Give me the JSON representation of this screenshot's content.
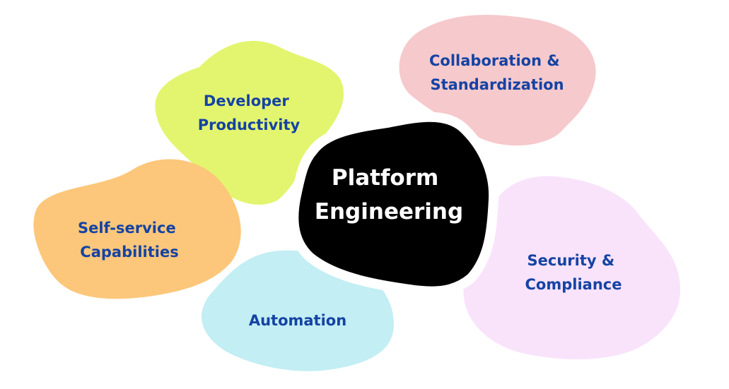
{
  "diagram": {
    "center": {
      "label_line1": "Platform",
      "label_line2": "Engineering",
      "fill": "#000000",
      "text_color": "#ffffff"
    },
    "topics": [
      {
        "id": "developer-productivity",
        "label_line1": "Developer",
        "label_line2": "Productivity",
        "fill": "#e3f56f"
      },
      {
        "id": "collaboration-standardization",
        "label_line1": "Collaboration &",
        "label_line2": "Standardization",
        "fill": "#f6c9cc"
      },
      {
        "id": "self-service-capabilities",
        "label_line1": "Self-service",
        "label_line2": "Capabilities",
        "fill": "#fcc77b"
      },
      {
        "id": "automation",
        "label_line1": "Automation",
        "label_line2": "",
        "fill": "#c2eef4"
      },
      {
        "id": "security-compliance",
        "label_line1": "Security &",
        "label_line2": "Compliance",
        "fill": "#f9e3fb"
      }
    ],
    "topic_text_color": "#1543a3"
  }
}
